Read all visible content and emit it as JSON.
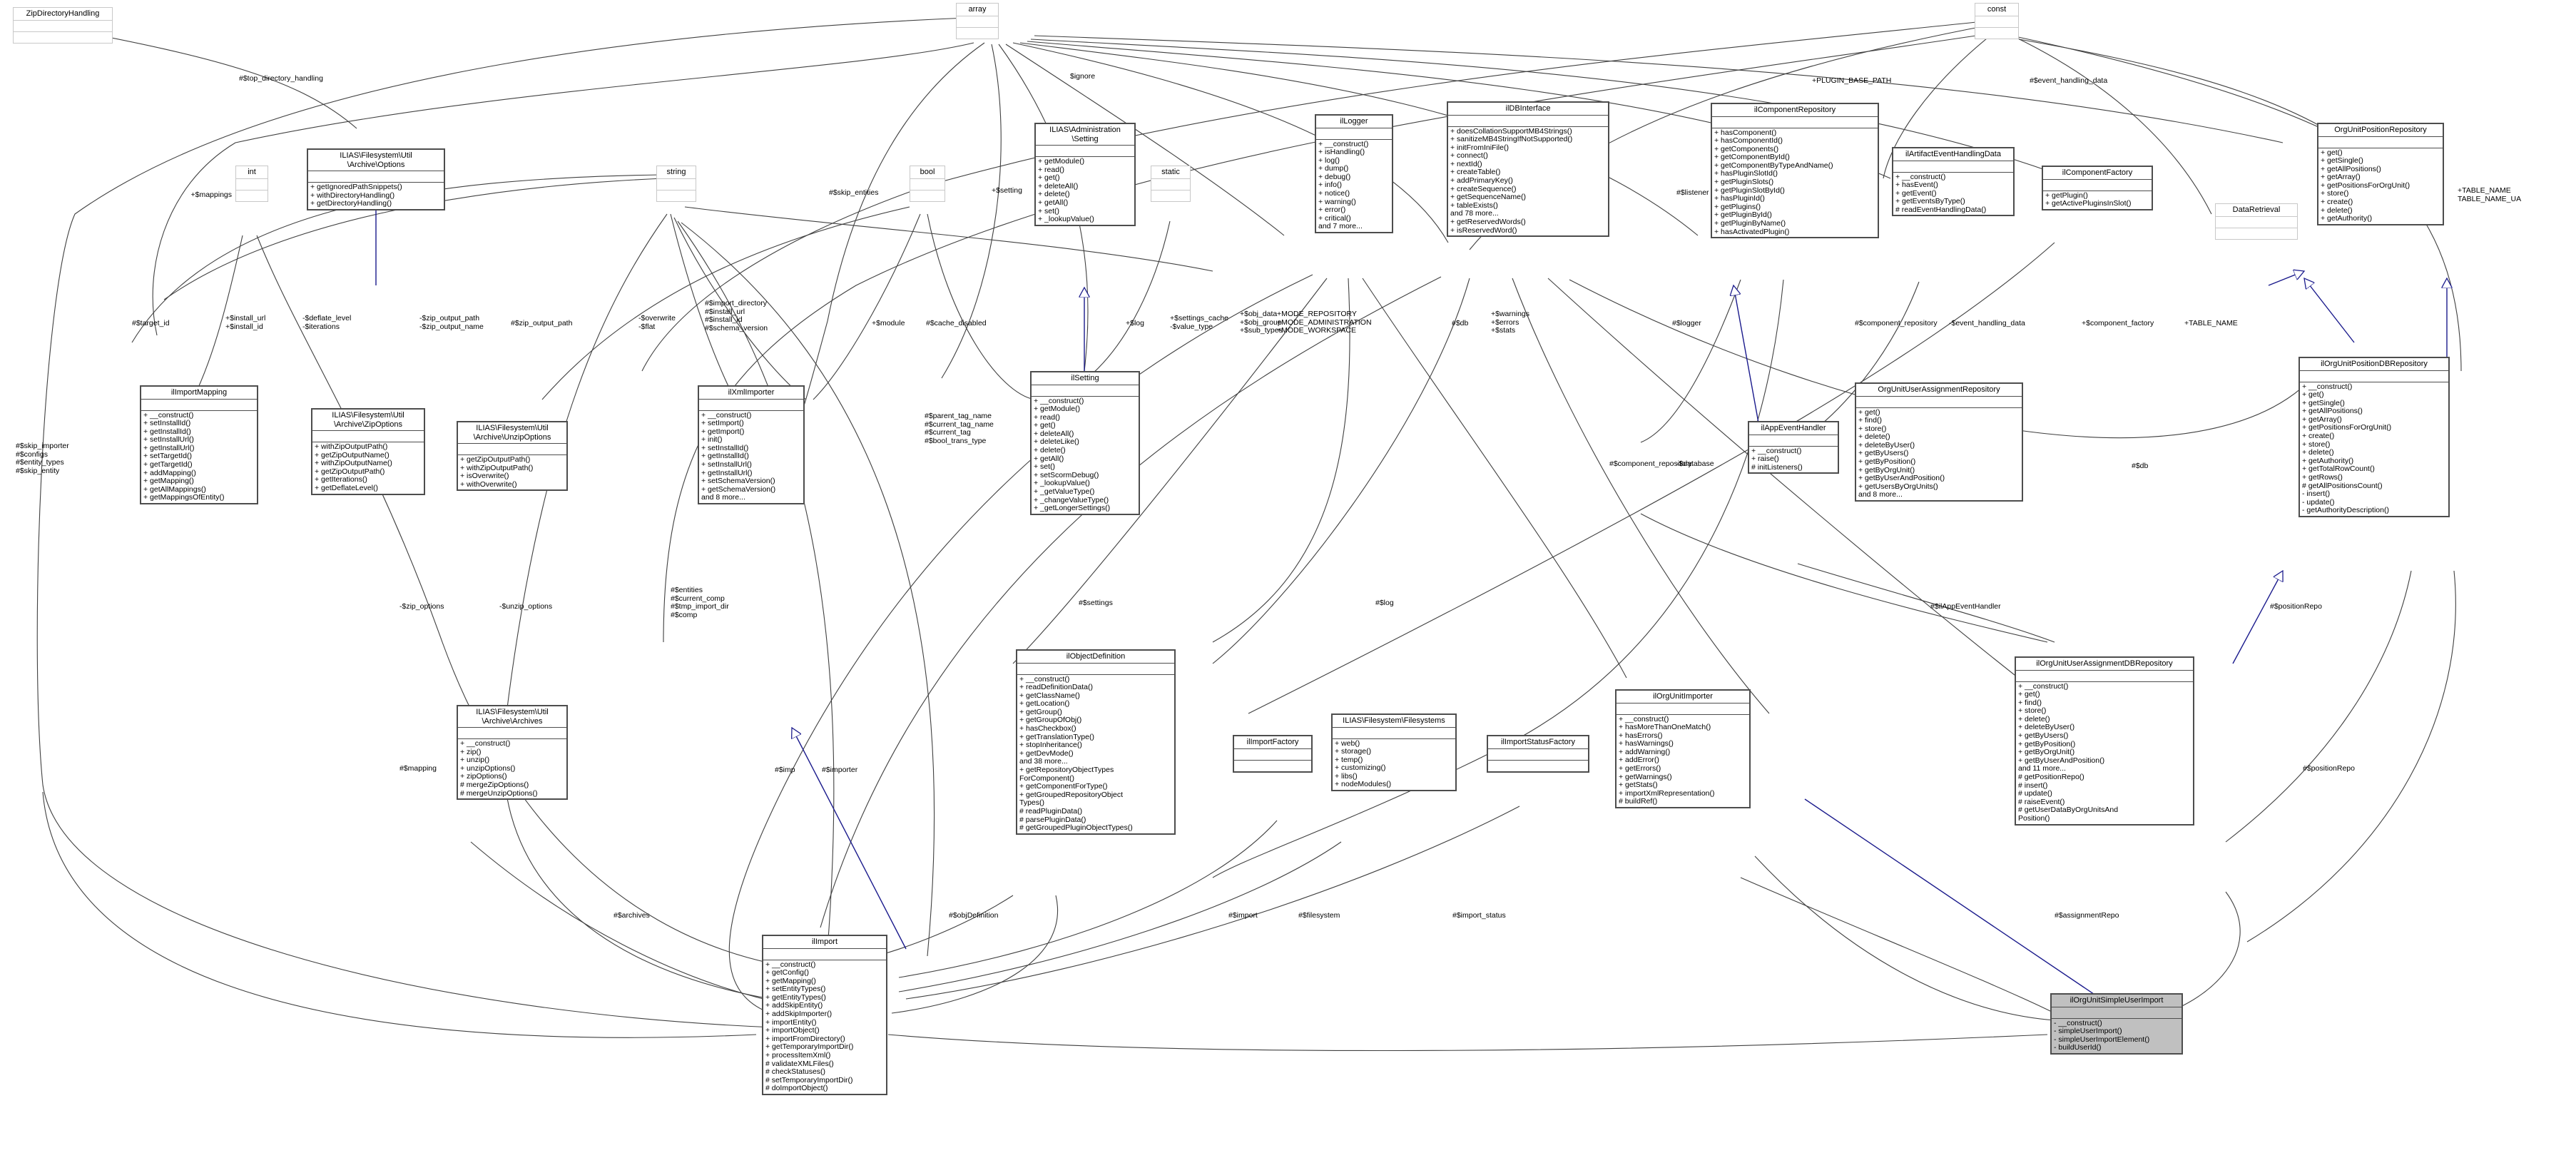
{
  "diagram": {
    "title": "UML class diagram",
    "colors": {
      "node_border": "#4d4d4d",
      "faint_border": "#c8c8c8",
      "edge": "#404040",
      "inheritance_edge": "#1a1a8c",
      "selected_fill": "#c0c0c0"
    }
  },
  "nodes": [
    {
      "id": "ZipDirectoryHandling",
      "title": "ZipDirectoryHandling",
      "attrs": "",
      "ops": "",
      "style": "faint"
    },
    {
      "id": "array",
      "title": "array",
      "attrs": "",
      "ops": "",
      "style": "faint"
    },
    {
      "id": "const",
      "title": "const",
      "attrs": "",
      "ops": "",
      "style": "faint"
    },
    {
      "id": "int",
      "title": "int",
      "attrs": "",
      "ops": "",
      "style": "faint"
    },
    {
      "id": "string",
      "title": "string",
      "attrs": "",
      "ops": "",
      "style": "faint"
    },
    {
      "id": "bool",
      "title": "bool",
      "attrs": "",
      "ops": "",
      "style": "faint"
    },
    {
      "id": "static",
      "title": "static",
      "attrs": "",
      "ops": "",
      "style": "faint"
    },
    {
      "id": "DataRetrieval",
      "title": "DataRetrieval",
      "attrs": "",
      "ops": "",
      "style": "faint"
    },
    {
      "id": "OptionsArchive",
      "title": "ILIAS\\Filesystem\\Util\n\\Archive\\Options",
      "attrs": "",
      "ops": "+ getIgnoredPathSnippets()\n+ withDirectoryHandling()\n+ getDirectoryHandling()",
      "style": "thick"
    },
    {
      "id": "ilImportMapping",
      "title": "ilImportMapping",
      "attrs": "",
      "ops": "+ __construct()\n+ setInstallId()\n+ getInstallId()\n+ setInstallUrl()\n+ getInstallUrl()\n+ setTargetId()\n+ getTargetId()\n+ addMapping()\n+ getMapping()\n+ getAllMappings()\n+ getMappingsOfEntity()",
      "style": "thick"
    },
    {
      "id": "ZipOptions",
      "title": "ILIAS\\Filesystem\\Util\n\\Archive\\ZipOptions",
      "attrs": "",
      "ops": "+ withZipOutputPath()\n+ getZipOutputName()\n+ withZipOutputName()\n+ getZipOutputPath()\n+ getIterations()\n+ getDeflateLevel()",
      "style": "thick"
    },
    {
      "id": "UnzipOptions",
      "title": "ILIAS\\Filesystem\\Util\n\\Archive\\UnzipOptions",
      "attrs": "",
      "ops": "+ getZipOutputPath()\n+ withZipOutputPath()\n+ isOverwrite()\n+ withOverwrite()",
      "style": "thick"
    },
    {
      "id": "Archives",
      "title": "ILIAS\\Filesystem\\Util\n\\Archive\\Archives",
      "attrs": "",
      "ops": "+ __construct()\n+ zip()\n+ unzip()\n+ unzipOptions()\n+ zipOptions()\n# mergeZipOptions()\n# mergeUnzipOptions()",
      "style": "thick"
    },
    {
      "id": "ilXmlImporter",
      "title": "ilXmlImporter",
      "attrs": "",
      "ops": "+ __construct()\n+ setImport()\n+ getImport()\n+ init()\n+ setInstallId()\n+ getInstallId()\n+ setInstallUrl()\n+ getInstallUrl()\n+ setSchemaVersion()\n+ getSchemaVersion()\nand 8 more...",
      "style": "thick"
    },
    {
      "id": "SettingAdministration",
      "title": "ILIAS\\Administration\n\\Setting",
      "attrs": "",
      "ops": "+ getModule()\n+ read()\n+ get()\n+ deleteAll()\n+ delete()\n+ getAll()\n+ set()\n+ _lookupValue()",
      "style": "thick"
    },
    {
      "id": "ilSetting",
      "title": "ilSetting",
      "attrs": "",
      "ops": "+ __construct()\n+ getModule()\n+ read()\n+ get()\n+ deleteAll()\n+ deleteLike()\n+ delete()\n+ getAll()\n+ set()\n+ setScormDebug()\n+ _lookupValue()\n+ _getValueType()\n+ _changeValueType()\n+ _getLongerSettings()",
      "style": "thick"
    },
    {
      "id": "ilLogger",
      "title": "ilLogger",
      "attrs": "",
      "ops": "+ __construct()\n+ isHandling()\n+ log()\n+ dump()\n+ debug()\n+ info()\n+ notice()\n+ warning()\n+ error()\n+ critical()\nand 7 more...",
      "style": "thick"
    },
    {
      "id": "ilDBInterface",
      "title": "ilDBInterface",
      "attrs": "",
      "ops": "+ doesCollationSupportMB4Strings()\n+ sanitizeMB4StringIfNotSupported()\n+ initFromIniFile()\n+ connect()\n+ nextId()\n+ createTable()\n+ addPrimaryKey()\n+ createSequence()\n+ getSequenceName()\n+ tableExists()\nand 78 more...\n+ getReservedWords()\n+ isReservedWord()",
      "style": "thick"
    },
    {
      "id": "ilComponentRepository",
      "title": "ilComponentRepository",
      "attrs": "",
      "ops": "+ hasComponent()\n+ hasComponentId()\n+ getComponents()\n+ getComponentById()\n+ getComponentByTypeAndName()\n+ hasPluginSlotId()\n+ getPluginSlots()\n+ getPluginSlotById()\n+ hasPluginId()\n+ getPlugins()\n+ getPluginById()\n+ getPluginByName()\n+ hasActivatedPlugin()",
      "style": "thick"
    },
    {
      "id": "ilArtifactEventHandlingData",
      "title": "ilArtifactEventHandlingData",
      "attrs": "",
      "ops": "+ __construct()\n+ hasEvent()\n+ getEvent()\n+ getEventsByType()\n# readEventHandlingData()",
      "style": "thick"
    },
    {
      "id": "ilComponentFactory",
      "title": "ilComponentFactory",
      "attrs": "",
      "ops": "+ getPlugin()\n+ getActivePluginsInSlot()",
      "style": "thick"
    },
    {
      "id": "OrgUnitPositionRepository",
      "title": "OrgUnitPositionRepository",
      "attrs": "",
      "ops": "+ get()\n+ getSingle()\n+ getAllPositions()\n+ getArray()\n+ getPositionsForOrgUnit()\n+ store()\n+ create()\n+ delete()\n+ getAuthority()",
      "style": "thick"
    },
    {
      "id": "ilAppEventHandler",
      "title": "ilAppEventHandler",
      "attrs": "",
      "ops": "+ __construct()\n+ raise()\n# initListeners()",
      "style": "thick"
    },
    {
      "id": "OrgUnitUserAssignmentRepository",
      "title": "OrgUnitUserAssignmentRepository",
      "attrs": "",
      "ops": "+ get()\n+ find()\n+ store()\n+ delete()\n+ deleteByUser()\n+ getByUsers()\n+ getByPosition()\n+ getByOrgUnit()\n+ getByUserAndPosition()\n+ getUsersByOrgUnits()\nand 8 more...",
      "style": "thick"
    },
    {
      "id": "ilOrgUnitPositionDBRepository",
      "title": "ilOrgUnitPositionDBRepository",
      "attrs": "",
      "ops": "+ __construct()\n+ get()\n+ getSingle()\n+ getAllPositions()\n+ getArray()\n+ getPositionsForOrgUnit()\n+ create()\n+ store()\n+ delete()\n+ getAuthority()\n+ getTotalRowCount()\n+ getRows()\n# getAllPositionsCount()\n- insert()\n- update()\n- getAuthorityDescription()",
      "style": "thick"
    },
    {
      "id": "ilOrgUnitUserAssignmentDBRepository",
      "title": "ilOrgUnitUserAssignmentDBRepository",
      "attrs": "",
      "ops": "+ __construct()\n+ get()\n+ find()\n+ store()\n+ delete()\n+ deleteByUser()\n+ getByUsers()\n+ getByPosition()\n+ getByOrgUnit()\n+ getByUserAndPosition()\nand 11 more...\n# getPositionRepo()\n# insert()\n# update()\n# raiseEvent()\n# getUserDataByOrgUnitsAnd\nPosition()",
      "style": "thick"
    },
    {
      "id": "ilObjectDefinition",
      "title": "ilObjectDefinition",
      "attrs": "",
      "ops": "+ __construct()\n+ readDefinitionData()\n+ getClassName()\n+ getLocation()\n+ getGroup()\n+ getGroupOfObj()\n+ hasCheckbox()\n+ getTranslationType()\n+ stopInheritance()\n+ getDevMode()\nand 38 more...\n+ getRepositoryObjectTypes\nForComponent()\n+ getComponentForType()\n+ getGroupedRepositoryObject\nTypes()\n# readPluginData()\n# parsePluginData()\n# getGroupedPluginObjectTypes()",
      "style": "thick"
    },
    {
      "id": "ilImportFactory",
      "title": "ilImportFactory",
      "attrs": "",
      "ops": "",
      "style": "thick"
    },
    {
      "id": "Filesystems",
      "title": "ILIAS\\Filesystem\\Filesystems",
      "attrs": "",
      "ops": "+ web()\n+ storage()\n+ temp()\n+ customizing()\n+ libs()\n+ nodeModules()",
      "style": "thick"
    },
    {
      "id": "ilImportStatusFactory",
      "title": "ilImportStatusFactory",
      "attrs": "",
      "ops": "",
      "style": "thick"
    },
    {
      "id": "ilOrgUnitImporter",
      "title": "ilOrgUnitImporter",
      "attrs": "",
      "ops": "+ __construct()\n+ hasMoreThanOneMatch()\n+ hasErrors()\n+ hasWarnings()\n+ addWarning()\n+ addError()\n+ getErrors()\n+ getWarnings()\n+ getStats()\n+ importXmlRepresentation()\n# buildRef()",
      "style": "thick"
    },
    {
      "id": "ilImport",
      "title": "ilImport",
      "attrs": "",
      "ops": "+ __construct()\n+ getConfig()\n+ getMapping()\n+ setEntityTypes()\n+ getEntityTypes()\n+ addSkipEntity()\n+ addSkipImporter()\n+ importEntity()\n+ importObject()\n+ importFromDirectory()\n+ getTemporaryImportDir()\n+ processItemXml()\n# validateXMLFiles()\n# checkStatuses()\n# setTemporaryImportDir()\n# doImportObject()",
      "style": "thick"
    },
    {
      "id": "ilOrgUnitSimpleUserImport",
      "title": "ilOrgUnitSimpleUserImport",
      "attrs": "",
      "ops": "- __construct()\n- simpleUserImport()\n- simpleUserImportElement()\n- buildUserId()",
      "style": "sel"
    }
  ],
  "edge_labels": [
    {
      "id": "top_directory_handling",
      "text": "#$top_directory_handling"
    },
    {
      "id": "ignore",
      "text": "$ignore"
    },
    {
      "id": "plugin_base_path",
      "text": "+PLUGIN_BASE_PATH"
    },
    {
      "id": "event_handling_data_top",
      "text": "#$event_handling_data"
    },
    {
      "id": "table_name_ua",
      "text": "+TABLE_NAME\nTABLE_NAME_UA"
    },
    {
      "id": "mappings",
      "text": "+$mappings"
    },
    {
      "id": "skip_entities",
      "text": "#$skip_entities"
    },
    {
      "id": "setting",
      "text": "+$setting"
    },
    {
      "id": "target_id",
      "text": "#$target_id"
    },
    {
      "id": "install_url_id",
      "text": "+$install_url\n+$install_id"
    },
    {
      "id": "deflate_level",
      "text": "-$deflate_level\n-$iterations"
    },
    {
      "id": "zip_output_path",
      "text": "-$zip_output_path\n-$zip_output_name"
    },
    {
      "id": "zip_output_path2",
      "text": "#$zip_output_path"
    },
    {
      "id": "overwrite_flat",
      "text": "-$overwrite\n-$flat"
    },
    {
      "id": "import_directory",
      "text": "#$import_directory\n#$install_url\n#$install_id\n#$schema_version"
    },
    {
      "id": "module",
      "text": "+$module"
    },
    {
      "id": "cache_disabled",
      "text": "#$cache_disabled"
    },
    {
      "id": "log",
      "text": "+$log"
    },
    {
      "id": "settings_cache",
      "text": "+$settings_cache\n-$value_type"
    },
    {
      "id": "obj_data",
      "text": "+$obj_data\n+$obj_group\n+$sub_types"
    },
    {
      "id": "mode_repository",
      "text": "+MODE_REPOSITORY\n+MODE_ADMINISTRATION\n+MODE_WORKSPACE"
    },
    {
      "id": "warnings_errors",
      "text": "+$warnings\n+$errors\n+$stats"
    },
    {
      "id": "db",
      "text": "#$db"
    },
    {
      "id": "logger",
      "text": "#$logger"
    },
    {
      "id": "component_repository_top",
      "text": "#$component_repository"
    },
    {
      "id": "event_handling_data2",
      "text": "-$event_handling_data"
    },
    {
      "id": "component_factory",
      "text": "+$component_factory"
    },
    {
      "id": "table_name",
      "text": "+TABLE_NAME"
    },
    {
      "id": "listener",
      "text": "#$listener"
    },
    {
      "id": "skip_importer",
      "text": "#$skip_importer\n#$configs\n#$entity_types\n#$skip_entity"
    },
    {
      "id": "install_ul",
      "text": "+$install_url\n+$install_id"
    },
    {
      "id": "deflate_level2",
      "text": "-$deflate_level\n-$iterations"
    },
    {
      "id": "zip_options",
      "text": "-$zip_options"
    },
    {
      "id": "unzip_options",
      "text": "-$unzip_options"
    },
    {
      "id": "entities",
      "text": "#$entities\n#$current_comp\n#$tmp_import_dir\n#$comp"
    },
    {
      "id": "parent_tag_name",
      "text": "#$parent_tag_name\n#$current_tag_name\n#$current_tag\n#$bool_trans_type"
    },
    {
      "id": "settings_l",
      "text": "#$settings"
    },
    {
      "id": "slog",
      "text": "#$log"
    },
    {
      "id": "component_repository2",
      "text": "#$component_repository"
    },
    {
      "id": "database",
      "text": "-$database"
    },
    {
      "id": "db2",
      "text": "#$db"
    },
    {
      "id": "ilAppEventHandler_ref",
      "text": "#$ilAppEventHandler"
    },
    {
      "id": "positionRepo_right",
      "text": "#$positionRepo"
    },
    {
      "id": "positionRepo2",
      "text": "#$positionRepo"
    },
    {
      "id": "mapping",
      "text": "#$mapping"
    },
    {
      "id": "imp",
      "text": "#$imp"
    },
    {
      "id": "importer",
      "text": "#$importer"
    },
    {
      "id": "archives",
      "text": "#$archives"
    },
    {
      "id": "objDefinition",
      "text": "#$objDefinition"
    },
    {
      "id": "import",
      "text": "#$import"
    },
    {
      "id": "filesystem",
      "text": "#$filesystem"
    },
    {
      "id": "import_status",
      "text": "#$import_status"
    },
    {
      "id": "assignmentRepo",
      "text": "#$assignmentRepo"
    }
  ]
}
